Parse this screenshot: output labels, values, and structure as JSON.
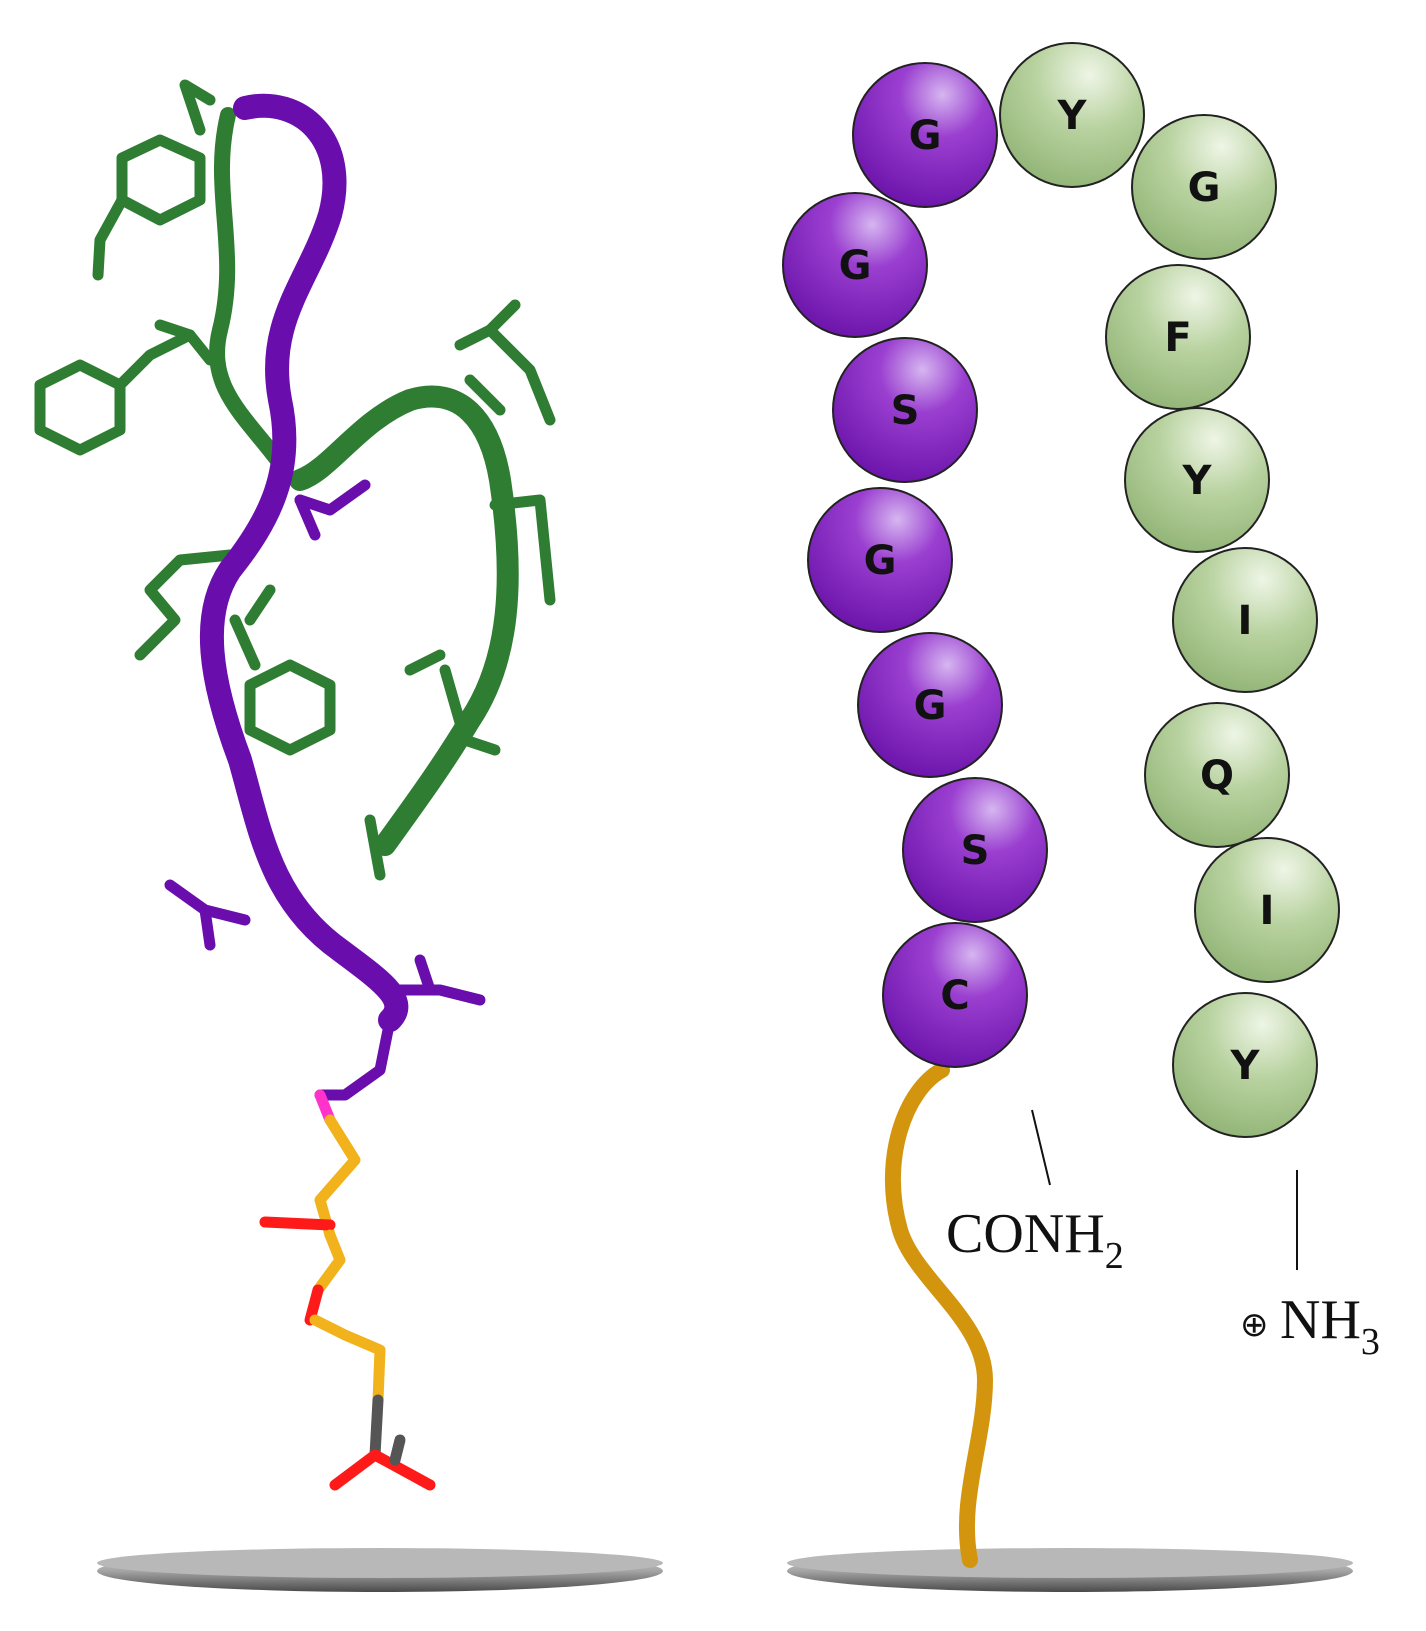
{
  "figure": {
    "right_panel": {
      "sequence_purple": [
        "G",
        "G",
        "S",
        "G",
        "G",
        "S",
        "C"
      ],
      "sequence_green": [
        "Y",
        "G",
        "F",
        "Y",
        "I",
        "Q",
        "I",
        "Y"
      ],
      "c_terminus_label": "CONH",
      "c_terminus_subscript": "2",
      "n_terminus_label": "NH",
      "n_terminus_subscript": "3",
      "charge_symbol": "⊕"
    },
    "colors": {
      "linker_peptide": "#6a0dad",
      "binding_peptide": "#2e7d32",
      "bead_green": "#a5c48a",
      "tether": "#d4950e",
      "oxygen": "#ff1a1a",
      "sulfur": "#ff33cc",
      "carbon": "#555555",
      "surface": "#a8a8a8"
    }
  }
}
